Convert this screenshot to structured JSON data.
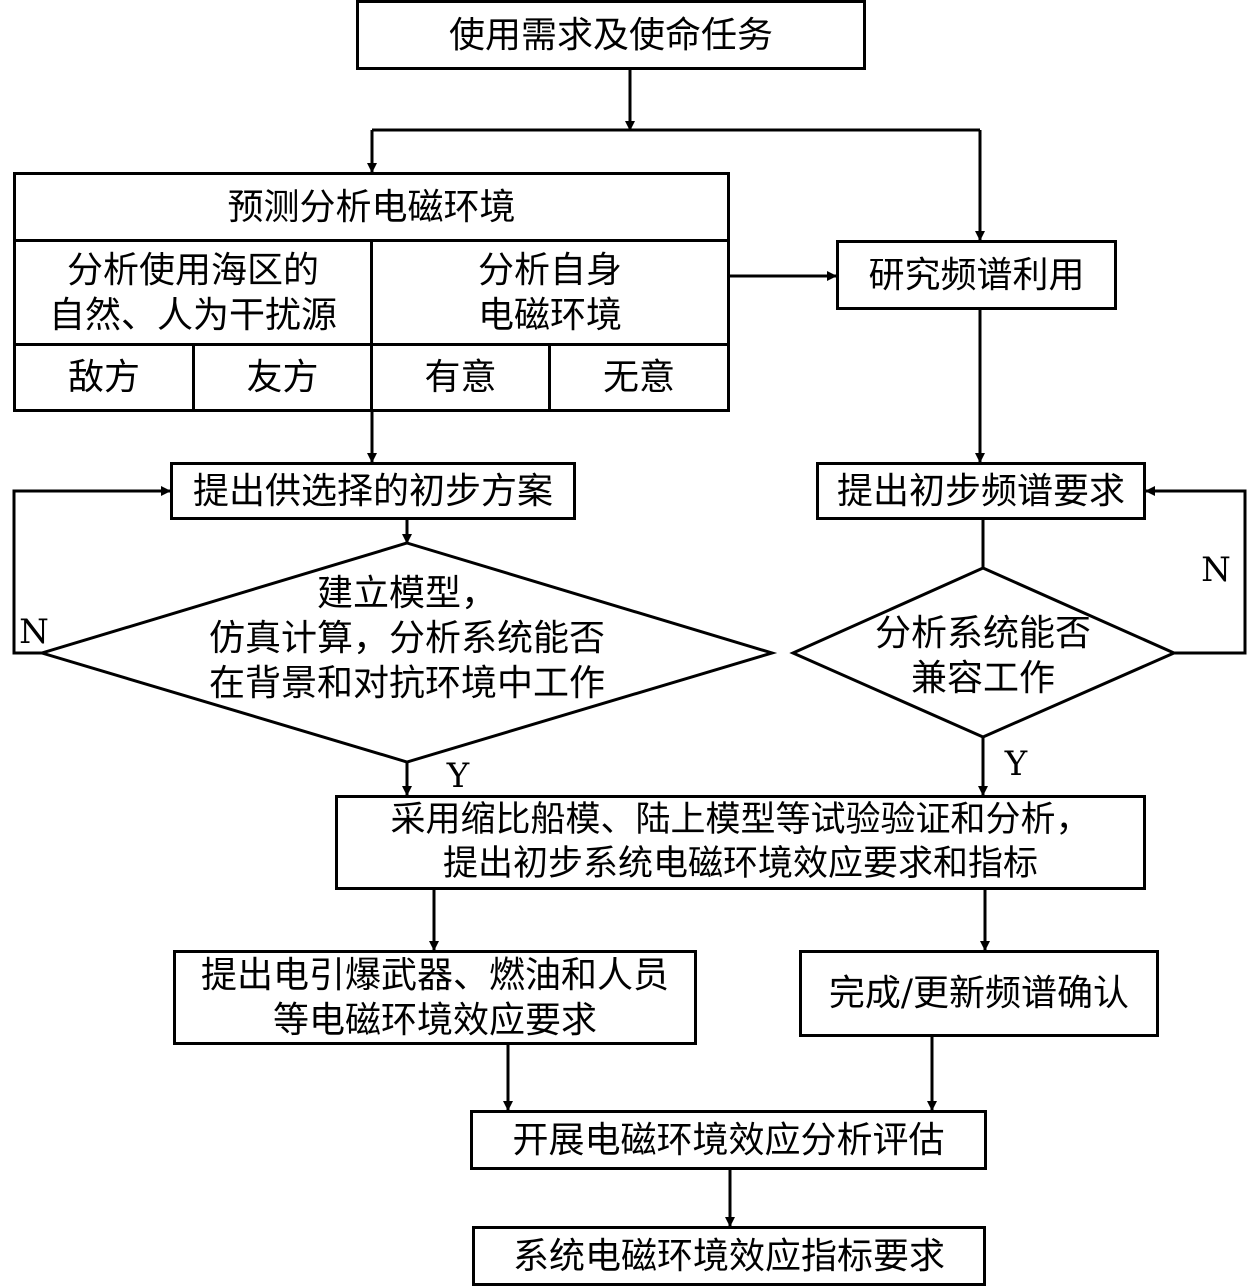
{
  "nodes": {
    "start": "使用需求及使命任务",
    "predict_title": "预测分析电磁环境",
    "analyze_sea_line1": "分析使用海区的",
    "analyze_sea_line2": "自然、人为干扰源",
    "analyze_self_line1": "分析自身",
    "analyze_self_line2": "电磁环境",
    "enemy": "敌方",
    "friend": "友方",
    "intentional": "有意",
    "unintentional": "无意",
    "spectrum_study": "研究频谱利用",
    "propose_options": "提出供选择的初步方案",
    "propose_spectrum": "提出初步频谱要求",
    "model_line1": "建立模型，",
    "model_line2": "仿真计算，分析系统能否",
    "model_line3": "在背景和对抗环境中工作",
    "compat_line1": "分析系统能否",
    "compat_line2": "兼容工作",
    "test_line1": "采用缩比船模、陆上模型等试验验证和分析，",
    "test_line2": "提出初步系统电磁环境效应要求和指标",
    "ordnance_line1": "提出电引爆武器、燃油和人员",
    "ordnance_line2": "等电磁环境效应要求",
    "spectrum_confirm": "完成/更新频谱确认",
    "evaluate": "开展电磁环境效应分析评估",
    "final": "系统电磁环境效应指标要求"
  },
  "labels": {
    "no_left": "N",
    "no_right": "N",
    "yes_left": "Y",
    "yes_right": "Y"
  },
  "colors": {
    "stroke": "#000000",
    "fill": "#ffffff",
    "text": "#000000"
  }
}
